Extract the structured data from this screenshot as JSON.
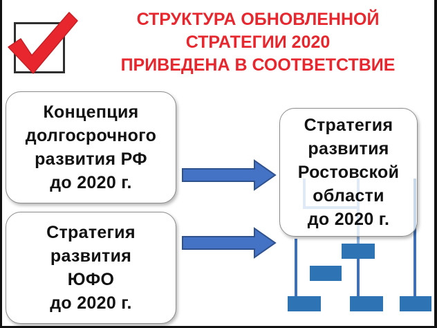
{
  "title": {
    "line1": "СТРУКТУРА ОБНОВЛЕННОЙ",
    "line2": "СТРАТЕГИИ 2020",
    "line3": "ПРИВЕДЕНА В СООТВЕТСТВИЕ"
  },
  "left_top": {
    "line1": "Концепция",
    "line2": "долгосрочного",
    "line3": "развития РФ",
    "line4": "до 2020 г."
  },
  "left_bottom": {
    "line1": "Стратегия",
    "line2": "развития",
    "line3": "ЮФО",
    "line4": "до 2020 г."
  },
  "right": {
    "line1": "Стратегия",
    "line2": "развития",
    "line3": "Ростовской",
    "line4": "области",
    "line5": "до 2020 г."
  },
  "colors": {
    "title": "#e8262e",
    "checkmark": "#e8262e",
    "arrow_fill": "#4472c4",
    "arrow_stroke": "#2f528f",
    "org_block": "#2e74b5",
    "org_line": "#3f6fb5"
  },
  "icons": {
    "check": "checkmark-icon",
    "arrow": "arrow-right-icon",
    "org": "org-chart-icon"
  }
}
